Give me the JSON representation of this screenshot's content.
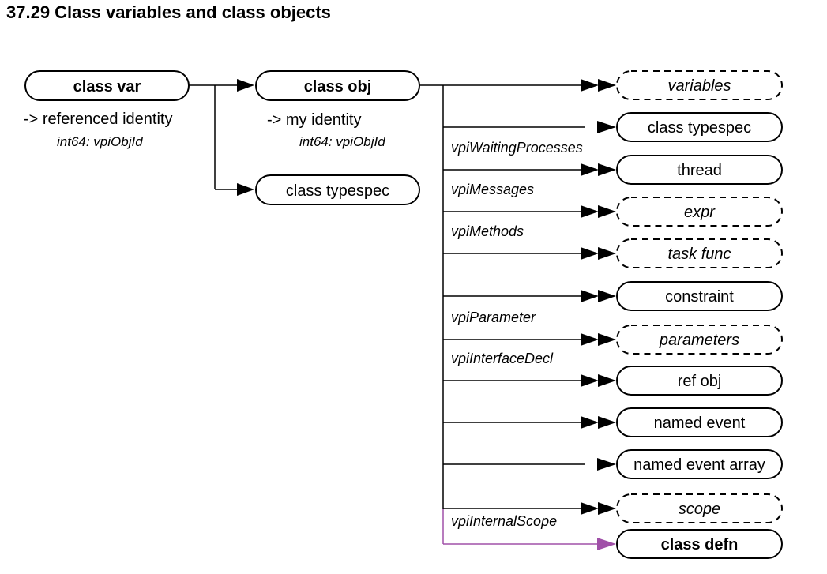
{
  "title": "37.29 Class variables and class objects",
  "colors": {
    "line": "#000000",
    "accent": "#a050a8"
  },
  "class_var": {
    "label": "class var",
    "attr1": "-> referenced identity",
    "attr2": "int64: vpiObjId"
  },
  "class_obj": {
    "label": "class obj",
    "attr1": "-> my identity",
    "attr2": "int64: vpiObjId"
  },
  "class_var_typespec": {
    "label": "class typespec"
  },
  "targets": [
    {
      "id": "variables",
      "label": "variables",
      "relation": "",
      "dashed": true,
      "italic": true,
      "bold": false,
      "arrow": "double"
    },
    {
      "id": "class-typespec",
      "label": "class typespec",
      "relation": "",
      "dashed": false,
      "italic": false,
      "bold": false,
      "arrow": "single"
    },
    {
      "id": "thread",
      "label": "thread",
      "relation": "vpiWaitingProcesses",
      "dashed": false,
      "italic": false,
      "bold": false,
      "arrow": "double"
    },
    {
      "id": "expr",
      "label": "expr",
      "relation": "vpiMessages",
      "dashed": true,
      "italic": true,
      "bold": false,
      "arrow": "double"
    },
    {
      "id": "task-func",
      "label": "task func",
      "relation": "vpiMethods",
      "dashed": true,
      "italic": true,
      "bold": false,
      "arrow": "double"
    },
    {
      "id": "constraint",
      "label": "constraint",
      "relation": "",
      "dashed": false,
      "italic": false,
      "bold": false,
      "arrow": "double"
    },
    {
      "id": "parameters",
      "label": "parameters",
      "relation": "vpiParameter",
      "dashed": true,
      "italic": true,
      "bold": false,
      "arrow": "double"
    },
    {
      "id": "ref-obj",
      "label": "ref obj",
      "relation": "vpiInterfaceDecl",
      "dashed": false,
      "italic": false,
      "bold": false,
      "arrow": "double"
    },
    {
      "id": "named-event",
      "label": "named event",
      "relation": "",
      "dashed": false,
      "italic": false,
      "bold": false,
      "arrow": "double"
    },
    {
      "id": "named-event-array",
      "label": "named event array",
      "relation": "",
      "dashed": false,
      "italic": false,
      "bold": false,
      "arrow": "single"
    },
    {
      "id": "scope",
      "label": "scope",
      "relation": "",
      "dashed": true,
      "italic": true,
      "bold": false,
      "arrow": "double"
    },
    {
      "id": "class-defn",
      "label": "class defn",
      "relation": "vpiInternalScope",
      "dashed": false,
      "italic": false,
      "bold": true,
      "arrow": "single",
      "accent": true
    }
  ]
}
